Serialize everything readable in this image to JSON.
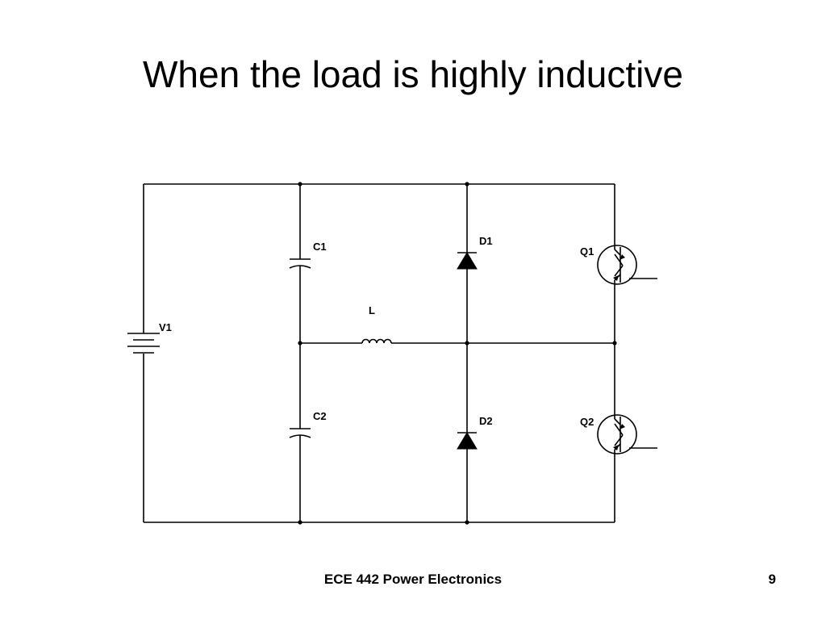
{
  "slide": {
    "title": "When the load is highly inductive"
  },
  "circuit": {
    "labels": {
      "v1": "V1",
      "c1": "C1",
      "c2": "C2",
      "l": "L",
      "d1": "D1",
      "d2": "D2",
      "q1": "Q1",
      "q2": "Q2"
    }
  },
  "footer": {
    "course": "ECE 442 Power Electronics",
    "page_number": "9"
  }
}
